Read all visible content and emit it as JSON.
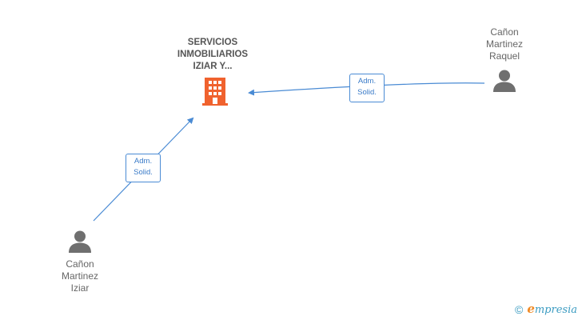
{
  "company": {
    "name_lines": [
      "SERVICIOS",
      "INMOBILIARIOS",
      "IZIAR Y..."
    ],
    "icon": "building-icon",
    "color": "#f0622e"
  },
  "people": [
    {
      "id": "canon-martinez-raquel",
      "name_lines": [
        "Cañon",
        "Martinez",
        "Raquel"
      ],
      "icon": "person-icon"
    },
    {
      "id": "canon-martinez-iziar",
      "name_lines": [
        "Cañon",
        "Martinez",
        "Iziar"
      ],
      "icon": "person-icon"
    }
  ],
  "relations": [
    {
      "from": "canon-martinez-raquel",
      "to": "company",
      "label_lines": [
        "Adm.",
        "Solid."
      ]
    },
    {
      "from": "canon-martinez-iziar",
      "to": "company",
      "label_lines": [
        "Adm.",
        "Solid."
      ]
    }
  ],
  "colors": {
    "edge": "#4a8bd4",
    "person": "#6f6f6f",
    "brand": "#3a9bc1",
    "brand_accent": "#f08a24"
  },
  "brand": {
    "copyright_symbol": "©",
    "logo_first_letter": "e",
    "logo_rest": "mpresia"
  }
}
